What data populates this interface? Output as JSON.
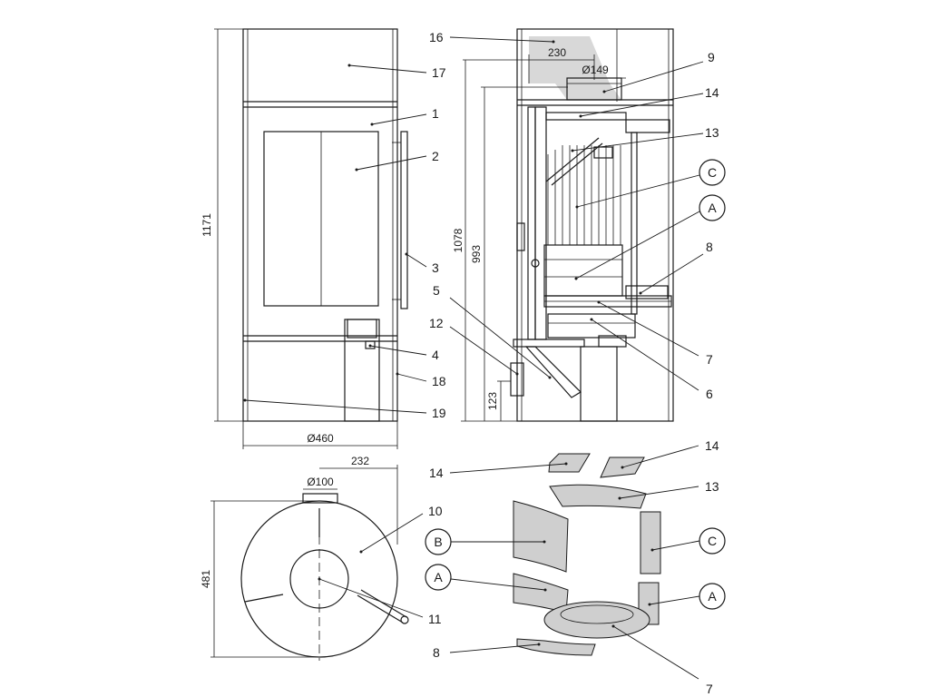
{
  "dimensions": {
    "total_height": "1171",
    "width_diameter": "Ø460",
    "top_depth": "232",
    "flue_diameter_top": "Ø100",
    "depth": "481",
    "height_1078": "1078",
    "height_993": "993",
    "flue_setback": "230",
    "flue_diameter_side": "Ø149",
    "air_inlet_height": "123"
  },
  "front_callouts": [
    "17",
    "1",
    "2",
    "3",
    "4",
    "18",
    "19"
  ],
  "section_callouts": [
    "16",
    "9",
    "14",
    "13",
    "C",
    "A",
    "8",
    "5",
    "12",
    "7",
    "6"
  ],
  "plan_callouts": [
    "10",
    "11"
  ],
  "exploded_callouts": [
    "14",
    "14",
    "13",
    "B",
    "C",
    "A",
    "A",
    "8",
    "7"
  ]
}
